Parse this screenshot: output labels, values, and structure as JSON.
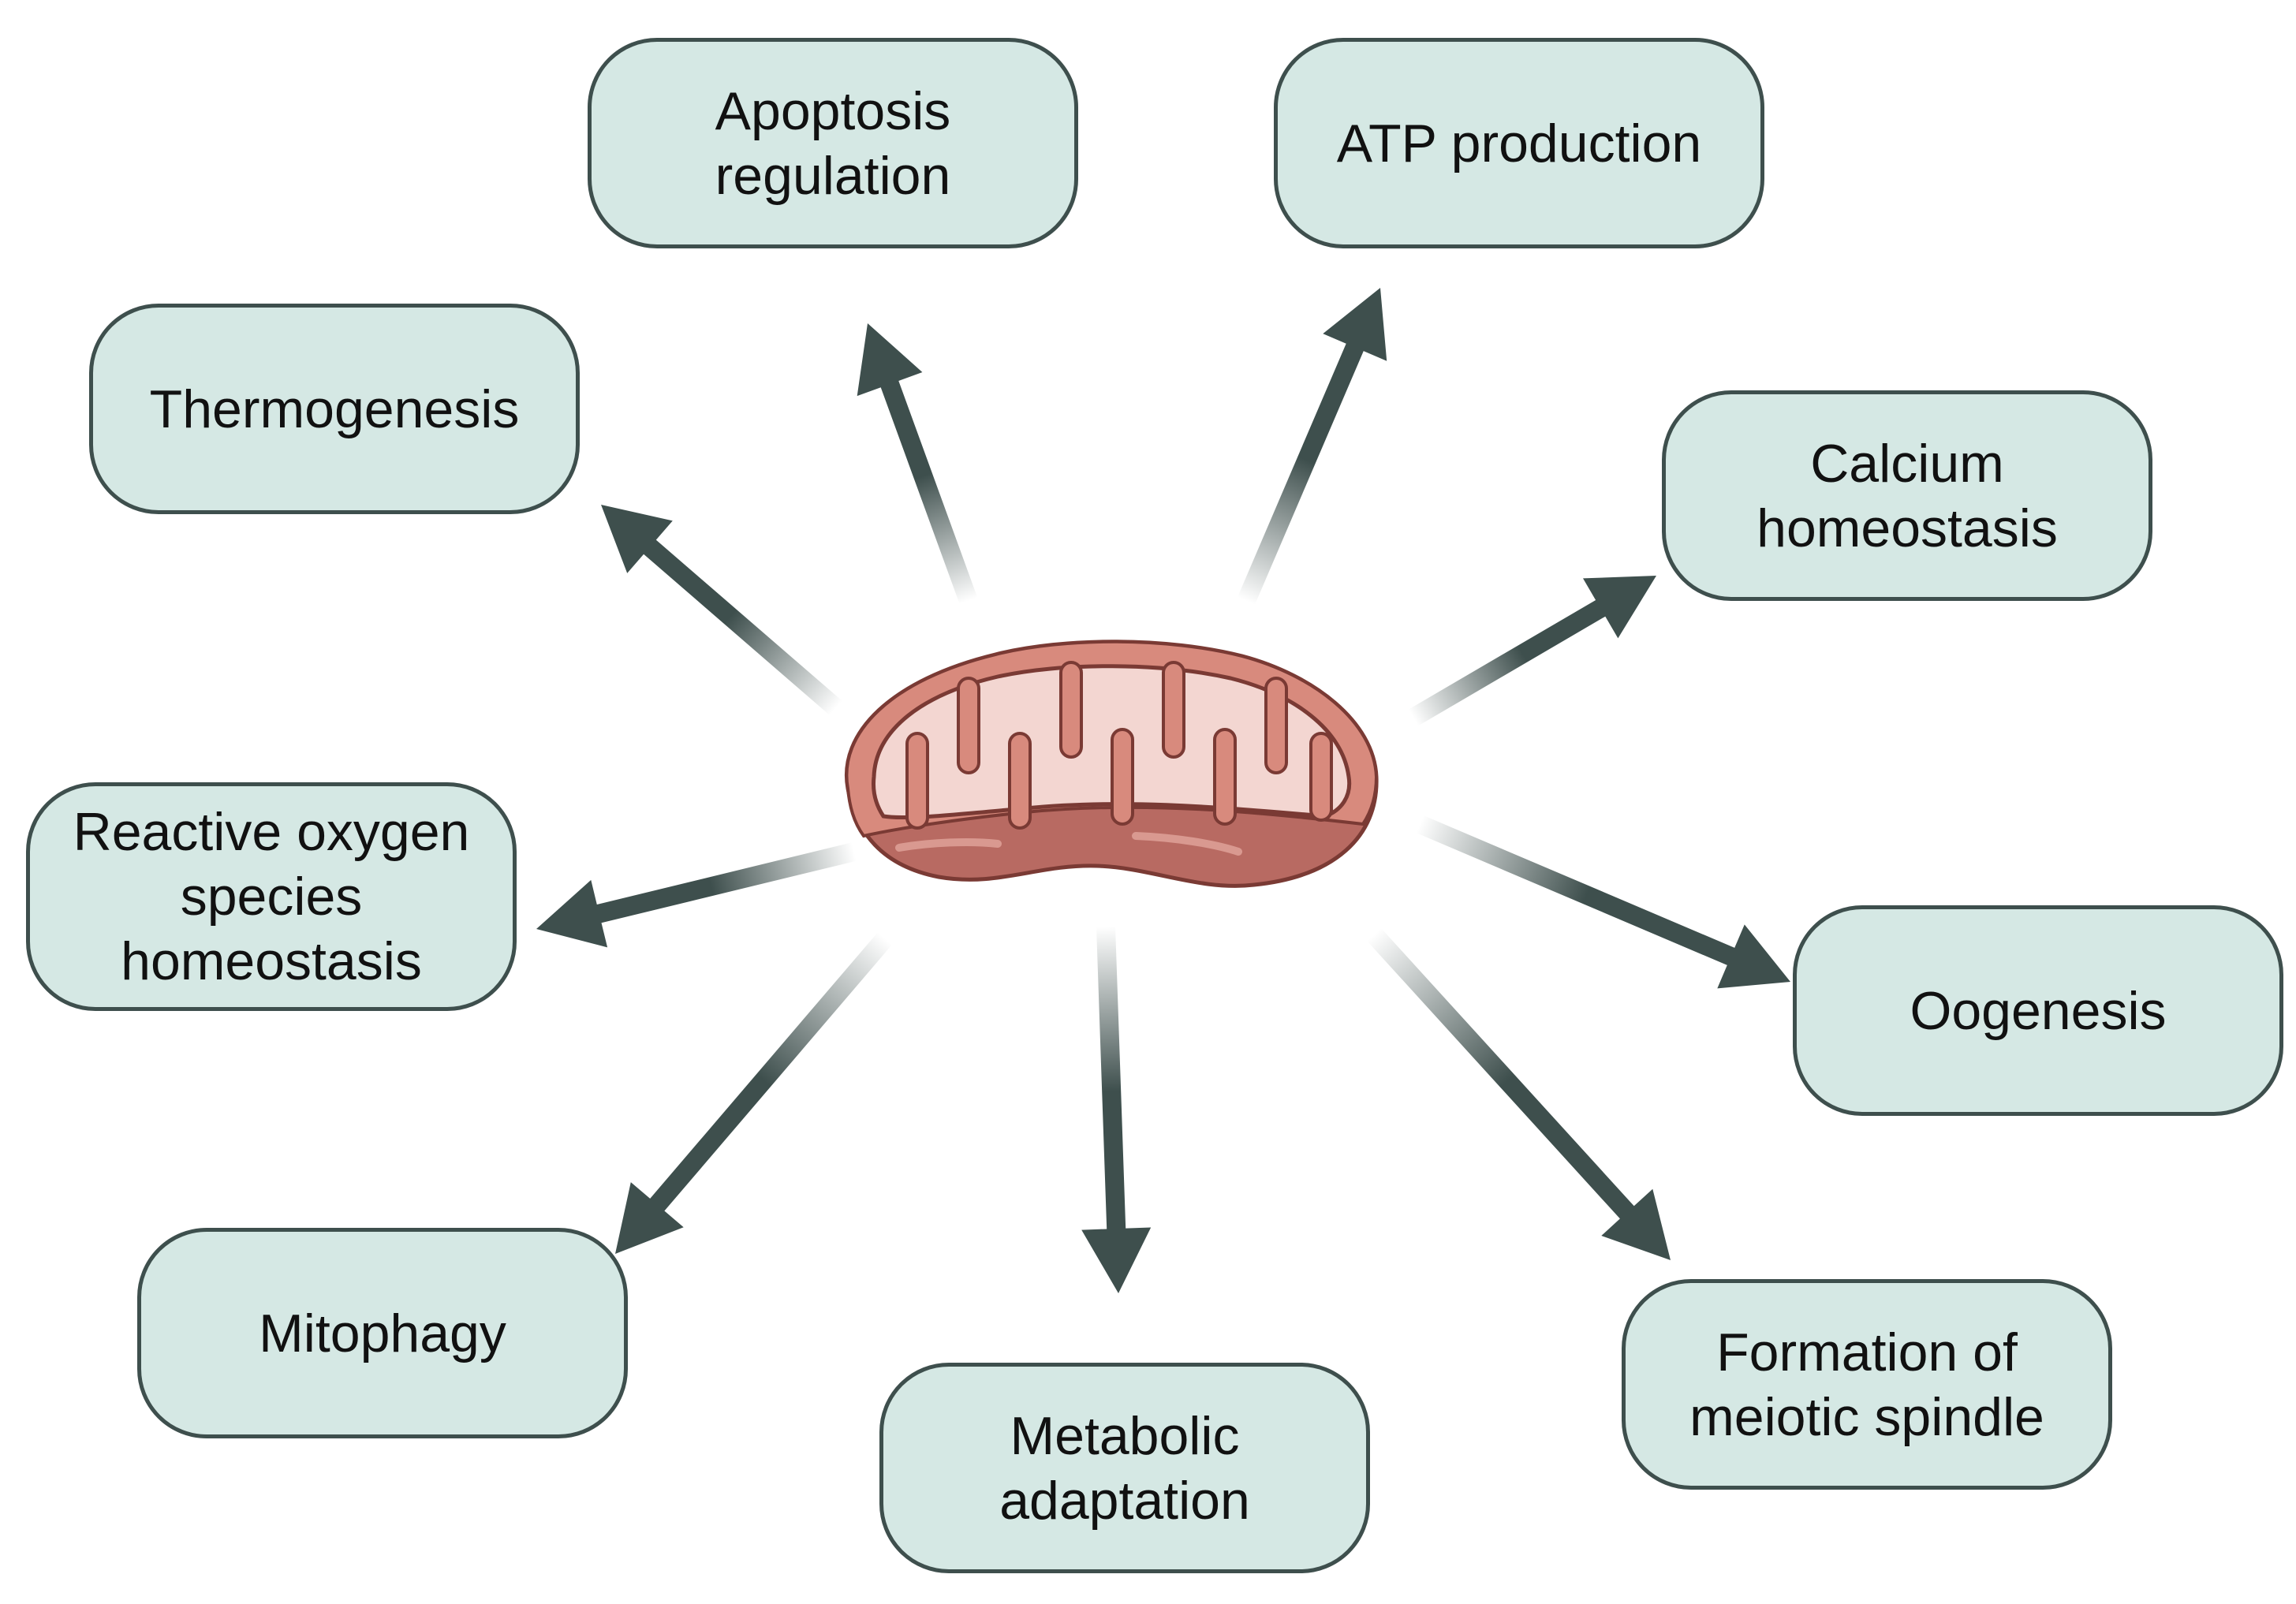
{
  "center": {
    "icon": "mitochondrion-icon",
    "colors": {
      "outer_membrane": "#d88a7d",
      "outer_lower": "#b86a62",
      "matrix": "#f3d6d1",
      "outline": "#7a3a34"
    }
  },
  "arrow_color": "#3e4f4d",
  "box_fill": "#d5e8e4",
  "box_border": "#3e4f4d",
  "nodes": [
    {
      "id": "apoptosis-regulation",
      "lines": [
        "Apoptosis",
        "regulation"
      ]
    },
    {
      "id": "atp-production",
      "lines": [
        "ATP production"
      ]
    },
    {
      "id": "thermogenesis",
      "lines": [
        "Thermogenesis"
      ]
    },
    {
      "id": "calcium-homeostasis",
      "lines": [
        "Calcium",
        "homeostasis"
      ]
    },
    {
      "id": "reactive-oxygen-species-homeostasis",
      "lines": [
        "Reactive oxygen",
        "species",
        "homeostasis"
      ]
    },
    {
      "id": "oogenesis",
      "lines": [
        "Oogenesis"
      ]
    },
    {
      "id": "mitophagy",
      "lines": [
        "Mitophagy"
      ]
    },
    {
      "id": "metabolic-adaptation",
      "lines": [
        "Metabolic",
        "adaptation"
      ]
    },
    {
      "id": "formation-of-meiotic-spindle",
      "lines": [
        "Formation of",
        "meiotic spindle"
      ]
    }
  ]
}
